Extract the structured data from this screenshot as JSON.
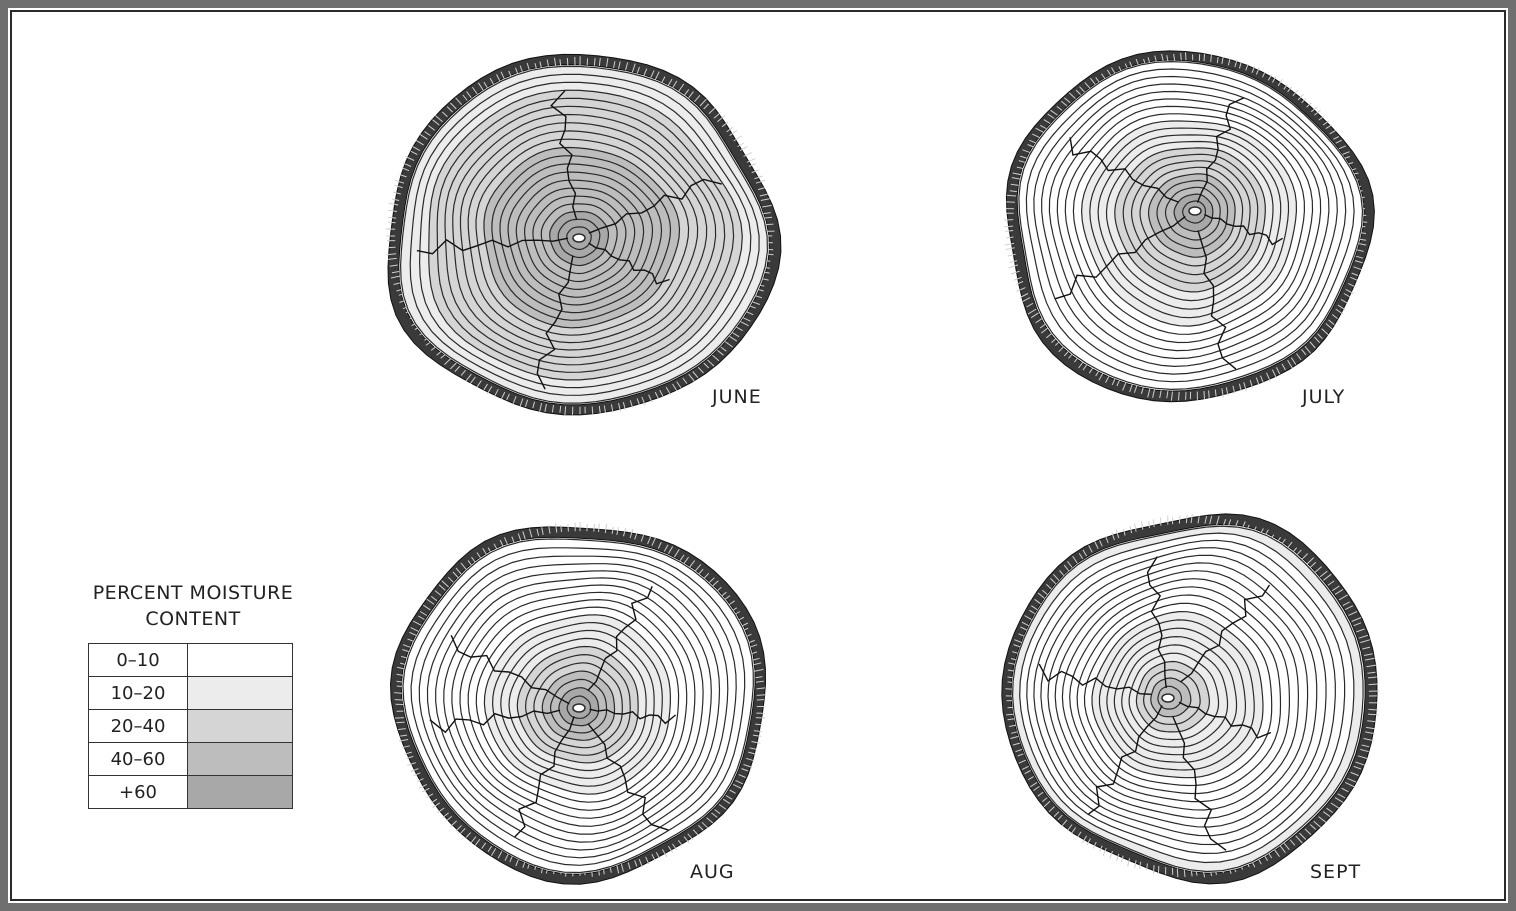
{
  "legend": {
    "title_line1": "PERCENT MOISTURE",
    "title_line2": "CONTENT",
    "ranges": [
      {
        "label": "0–10",
        "fill": "#ffffff"
      },
      {
        "label": "10–20",
        "fill": "#ececec"
      },
      {
        "label": "20–40",
        "fill": "#d5d5d5"
      },
      {
        "label": "40–60",
        "fill": "#bdbdbd"
      },
      {
        "label": "+60",
        "fill": "#a8a8a8"
      }
    ]
  },
  "logs": [
    {
      "label": "JUNE",
      "ring_levels": [
        1,
        1,
        1,
        2,
        2,
        2,
        2,
        2,
        2,
        2,
        3,
        3,
        3,
        3,
        3,
        3,
        3,
        3,
        4,
        4,
        4
      ]
    },
    {
      "label": "JULY",
      "ring_levels": [
        0,
        0,
        0,
        0,
        0,
        0,
        0,
        0,
        1,
        1,
        1,
        1,
        2,
        2,
        2,
        2,
        3,
        3,
        3,
        4,
        4
      ]
    },
    {
      "label": "AUG",
      "ring_levels": [
        0,
        0,
        0,
        0,
        0,
        0,
        0,
        0,
        0,
        0,
        1,
        1,
        1,
        1,
        2,
        2,
        2,
        3,
        3,
        4,
        4
      ]
    },
    {
      "label": "SEPT",
      "ring_levels": [
        1,
        0,
        0,
        0,
        0,
        0,
        0,
        0,
        0,
        0,
        0,
        1,
        1,
        1,
        1,
        1,
        1,
        2,
        2,
        3,
        3
      ]
    }
  ],
  "colors": {
    "ink": "#2a2a2a",
    "bark": "#3a3a3a",
    "frame": "#6f6f6f"
  }
}
